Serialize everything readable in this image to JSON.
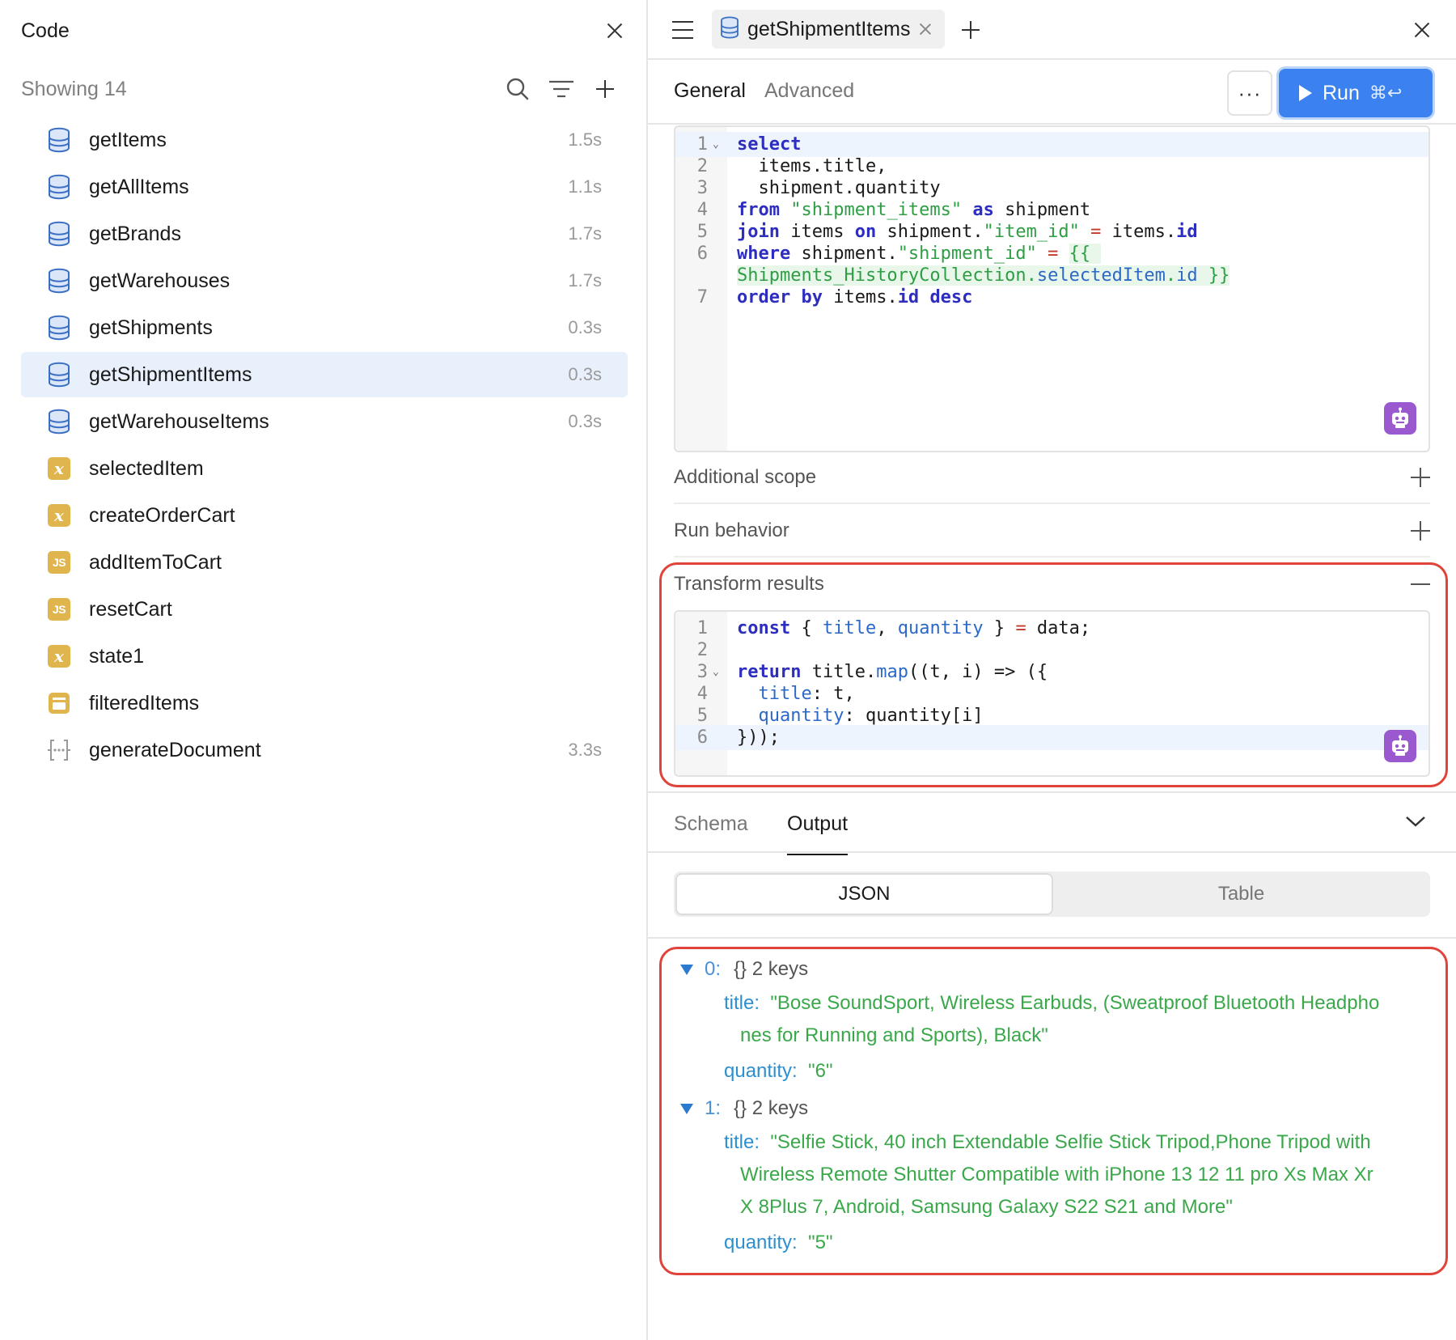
{
  "left_panel": {
    "title": "Code",
    "showing": "Showing 14",
    "items": [
      {
        "name": "getItems",
        "time": "1.5s",
        "icon": "database-icon"
      },
      {
        "name": "getAllItems",
        "time": "1.1s",
        "icon": "database-icon"
      },
      {
        "name": "getBrands",
        "time": "1.7s",
        "icon": "database-icon"
      },
      {
        "name": "getWarehouses",
        "time": "1.7s",
        "icon": "database-icon"
      },
      {
        "name": "getShipments",
        "time": "0.3s",
        "icon": "database-icon"
      },
      {
        "name": "getShipmentItems",
        "time": "0.3s",
        "icon": "database-icon",
        "selected": true
      },
      {
        "name": "getWarehouseItems",
        "time": "0.3s",
        "icon": "database-icon"
      },
      {
        "name": "selectedItem",
        "time": "",
        "icon": "variable-icon"
      },
      {
        "name": "createOrderCart",
        "time": "",
        "icon": "variable-icon"
      },
      {
        "name": "addItemToCart",
        "time": "",
        "icon": "js-icon"
      },
      {
        "name": "resetCart",
        "time": "",
        "icon": "js-icon"
      },
      {
        "name": "state1",
        "time": "",
        "icon": "variable-icon"
      },
      {
        "name": "filteredItems",
        "time": "",
        "icon": "transformer-icon"
      },
      {
        "name": "generateDocument",
        "time": "3.3s",
        "icon": "workflow-icon"
      }
    ]
  },
  "query_tab": {
    "name": "getShipmentItems"
  },
  "subtabs": {
    "general": "General",
    "advanced": "Advanced"
  },
  "run": {
    "label": "Run",
    "shortcut": "⌘↩",
    "more": "···"
  },
  "sql": {
    "lines": [
      {
        "num": "1",
        "tokens": [
          [
            "kw",
            "select"
          ]
        ]
      },
      {
        "num": "2",
        "tokens": [
          [
            "",
            "  items.title,"
          ]
        ]
      },
      {
        "num": "3",
        "tokens": [
          [
            "",
            "  shipment.quantity"
          ]
        ]
      },
      {
        "num": "4",
        "tokens": [
          [
            "kw",
            "from"
          ],
          [
            "",
            " "
          ],
          [
            "str",
            "\"shipment_items\""
          ],
          [
            "",
            " "
          ],
          [
            "kw",
            "as"
          ],
          [
            "",
            " shipment"
          ]
        ]
      },
      {
        "num": "5",
        "tokens": [
          [
            "kw",
            "join"
          ],
          [
            "",
            " items "
          ],
          [
            "kw",
            "on"
          ],
          [
            "",
            " shipment."
          ],
          [
            "str",
            "\"item_id\""
          ],
          [
            "",
            " "
          ],
          [
            "op",
            "="
          ],
          [
            "",
            " items."
          ],
          [
            "kw",
            "id"
          ]
        ]
      },
      {
        "num": "6",
        "tokens": [
          [
            "kw",
            "where"
          ],
          [
            "",
            " shipment."
          ],
          [
            "str",
            "\"shipment_id\""
          ],
          [
            "",
            " "
          ],
          [
            "op",
            "="
          ],
          [
            "",
            " "
          ],
          [
            "tmpl",
            "{{ "
          ]
        ]
      },
      {
        "num": "",
        "tokens": [
          [
            "tmpl",
            "Shipments_HistoryCollection."
          ],
          [
            "tmplp",
            "selectedItem"
          ],
          [
            "tmpl",
            "."
          ],
          [
            "tmplp",
            "id"
          ],
          [
            "tmpl",
            " }}"
          ]
        ]
      },
      {
        "num": "7",
        "tokens": [
          [
            "kw",
            "order by"
          ],
          [
            "",
            " items."
          ],
          [
            "kw",
            "id"
          ],
          [
            "",
            " "
          ],
          [
            "kw",
            "desc"
          ]
        ]
      }
    ]
  },
  "sections": {
    "additional_scope": "Additional scope",
    "run_behavior": "Run behavior",
    "transform_results": "Transform results"
  },
  "transform": {
    "lines": [
      {
        "num": "1",
        "tokens": [
          [
            "kw",
            "const"
          ],
          [
            "",
            " { "
          ],
          [
            "prop",
            "title"
          ],
          [
            "",
            ", "
          ],
          [
            "prop",
            "quantity"
          ],
          [
            "",
            " } "
          ],
          [
            "op",
            "="
          ],
          [
            "",
            " data;"
          ]
        ]
      },
      {
        "num": "2",
        "tokens": [
          [
            "",
            ""
          ]
        ]
      },
      {
        "num": "3",
        "tokens": [
          [
            "kw",
            "return"
          ],
          [
            "",
            " title."
          ],
          [
            "prop",
            "map"
          ],
          [
            "",
            "((t, i) => ({"
          ]
        ]
      },
      {
        "num": "4",
        "tokens": [
          [
            "",
            "  "
          ],
          [
            "prop",
            "title"
          ],
          [
            "",
            ": t,"
          ]
        ]
      },
      {
        "num": "5",
        "tokens": [
          [
            "",
            "  "
          ],
          [
            "prop",
            "quantity"
          ],
          [
            "",
            ": quantity[i]"
          ]
        ]
      },
      {
        "num": "6",
        "tokens": [
          [
            "",
            "}));"
          ]
        ]
      }
    ]
  },
  "output_tabs": {
    "schema": "Schema",
    "output": "Output"
  },
  "view_toggle": {
    "json": "JSON",
    "table": "Table"
  },
  "json_output": {
    "entries": [
      {
        "index": "0:",
        "type": "{}  2 keys",
        "title_key": "title:",
        "title_value_1": "\"Bose SoundSport, Wireless Earbuds, (Sweatproof Bluetooth Headpho",
        "title_value_2": "nes for Running and Sports), Black\"",
        "title_value_3": "",
        "quantity_key": "quantity:",
        "quantity_value": "\"6\""
      },
      {
        "index": "1:",
        "type": "{}  2 keys",
        "title_key": "title:",
        "title_value_1": "\"Selfie Stick, 40 inch Extendable Selfie Stick Tripod,Phone Tripod with",
        "title_value_2": "Wireless Remote Shutter Compatible with iPhone 13 12 11 pro Xs Max Xr",
        "title_value_3": "X 8Plus 7, Android, Samsung Galaxy S22 S21 and More\"",
        "quantity_key": "quantity:",
        "quantity_value": "\"5\""
      }
    ]
  },
  "colors": {
    "accent": "#3b82f0",
    "highlight": "#e0433a",
    "selected_bg": "#e8f0fc",
    "badge": "#e1b54d",
    "ai": "#9b59d0"
  }
}
